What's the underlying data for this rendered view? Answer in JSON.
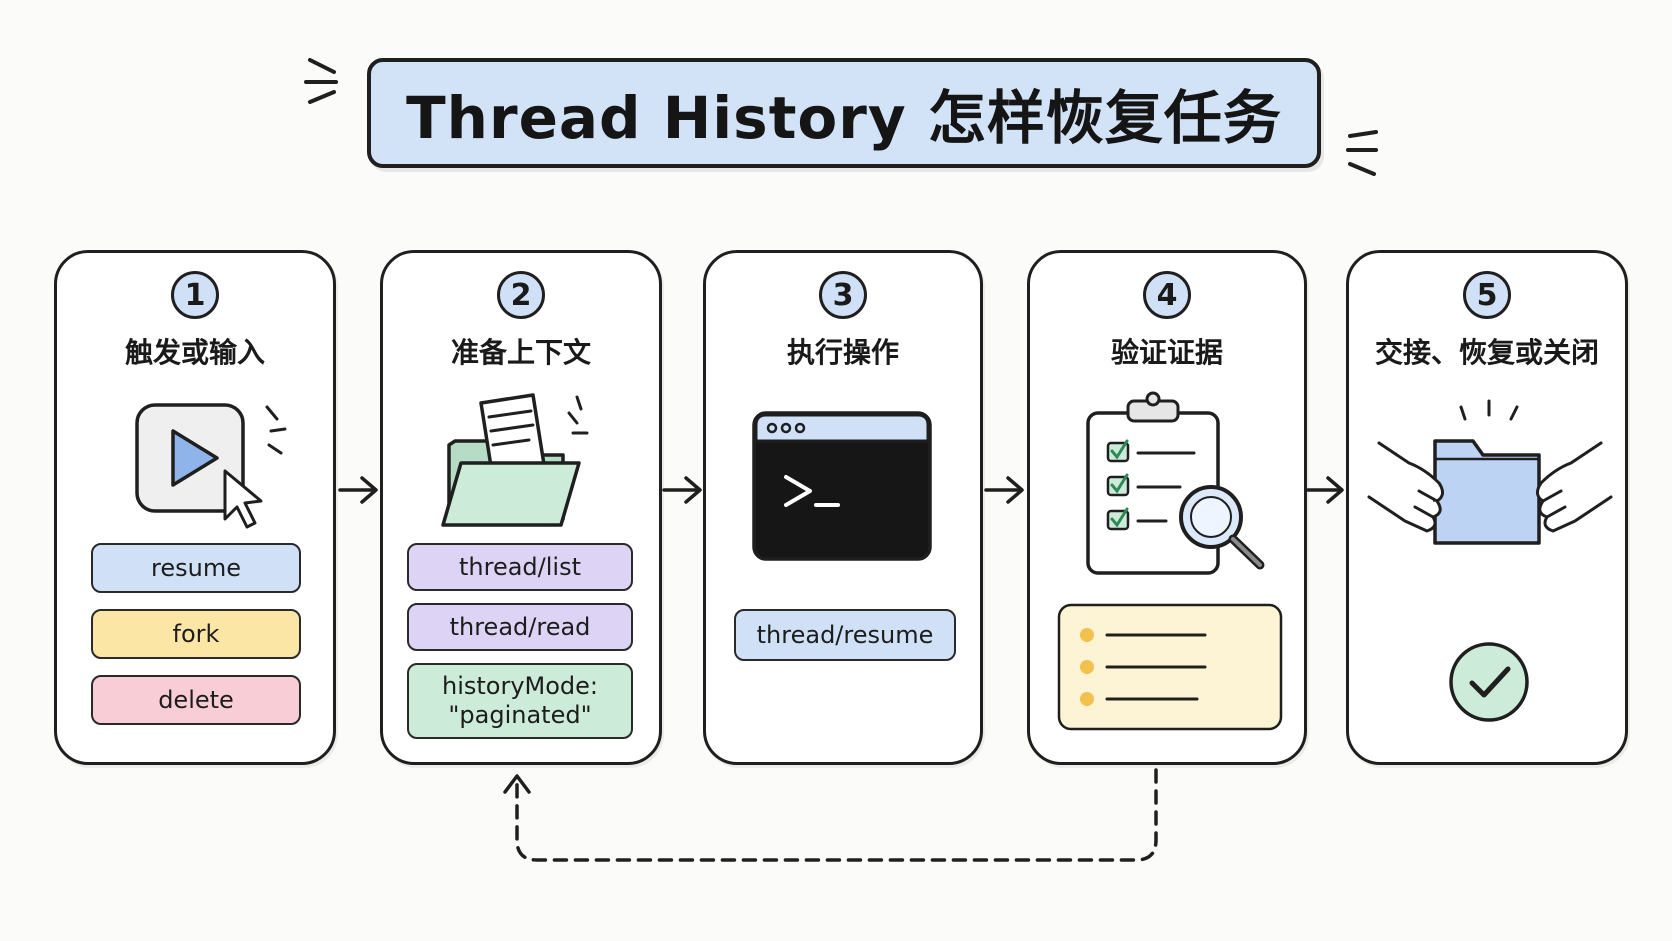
{
  "title": "Thread History 怎样恢复任务",
  "steps": [
    {
      "num": "1",
      "title": "触发或输入",
      "icon": "play-button-with-cursor-icon",
      "pills": [
        {
          "label": "resume",
          "color": "#cfe0f7"
        },
        {
          "label": "fork",
          "color": "#fbe6a6"
        },
        {
          "label": "delete",
          "color": "#f8cdd5"
        }
      ]
    },
    {
      "num": "2",
      "title": "准备上下文",
      "icon": "folder-with-document-icon",
      "pills": [
        {
          "label": "thread/list",
          "color": "#ddd3f5"
        },
        {
          "label": "thread/read",
          "color": "#ddd3f5"
        },
        {
          "label": "historyMode:\n\"paginated\"",
          "color": "#cdebd9"
        }
      ]
    },
    {
      "num": "3",
      "title": "执行操作",
      "icon": "terminal-window-icon",
      "pills": [
        {
          "label": "thread/resume",
          "color": "#cfe0f7"
        }
      ]
    },
    {
      "num": "4",
      "title": "验证证据",
      "icon": "checklist-clipboard-magnifier-icon",
      "pills": []
    },
    {
      "num": "5",
      "title": "交接、恢复或关闭",
      "icon": "handoff-folder-icon",
      "pills": []
    }
  ],
  "colors": {
    "title_bg": "#d3e3f7",
    "step_circle": "#cfe0f7",
    "folder_green": "#cdebd9",
    "terminal_black": "#161616",
    "evidence_yellow": "#fdf4d6",
    "check_green": "#cdebd9"
  }
}
